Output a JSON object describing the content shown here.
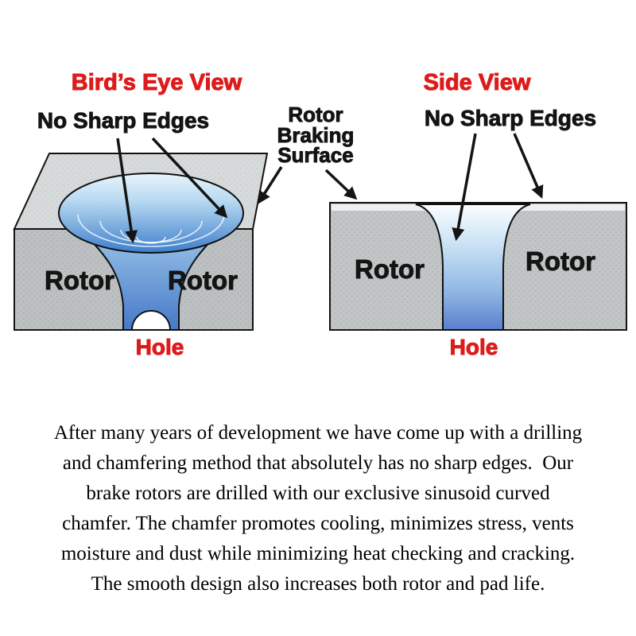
{
  "colors": {
    "red": "#de1b1b",
    "ink": "#141414",
    "rotor_gray": "#bdc0c1",
    "top_gray": "#d7dadb",
    "blue_dark": "#4679c8",
    "blue_light": "#e8f4fc"
  },
  "birds_eye": {
    "title": "Bird’s Eye View",
    "no_sharp_edges_label": "No Sharp Edges",
    "rotor_left_label": "Rotor",
    "rotor_right_label": "Rotor",
    "hole_label": "Hole"
  },
  "braking_surface_label": {
    "line1": "Rotor",
    "line2": "Braking",
    "line3": "Surface"
  },
  "side_view": {
    "title": "Side View",
    "no_sharp_edges_label": "No Sharp Edges",
    "rotor_left_label": "Rotor",
    "rotor_right_label": "Rotor",
    "hole_label": "Hole"
  },
  "paragraph": {
    "lines": [
      "After many years of development we have come up with a drilling",
      "and chamfering method that absolutely has no sharp edges.  Our",
      "brake rotors are drilled with our exclusive sinusoid curved",
      "chamfer. The chamfer promotes cooling, minimizes stress, vents",
      "moisture and dust while minimizing heat checking and cracking.",
      "The smooth design also increases both rotor and pad life."
    ]
  }
}
